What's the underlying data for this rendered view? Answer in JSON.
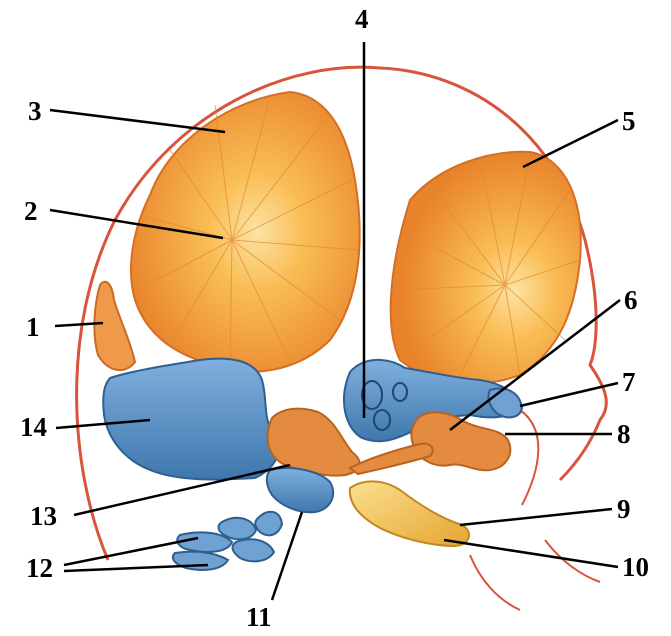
{
  "labels": {
    "l1": "1",
    "l2": "2",
    "l3": "3",
    "l4": "4",
    "l5": "5",
    "l6": "6",
    "l7": "7",
    "l8": "8",
    "l9": "9",
    "l10": "10",
    "l11": "11",
    "l12": "12",
    "l13": "13",
    "l14": "14"
  },
  "colors": {
    "outline": "#d9543c",
    "bone_orange": "#f3a23c",
    "bone_light": "#fbd27a",
    "cartilage_blue": "#5c93c9",
    "cartilage_dark": "#2f5f8f",
    "leader": "#000000"
  }
}
